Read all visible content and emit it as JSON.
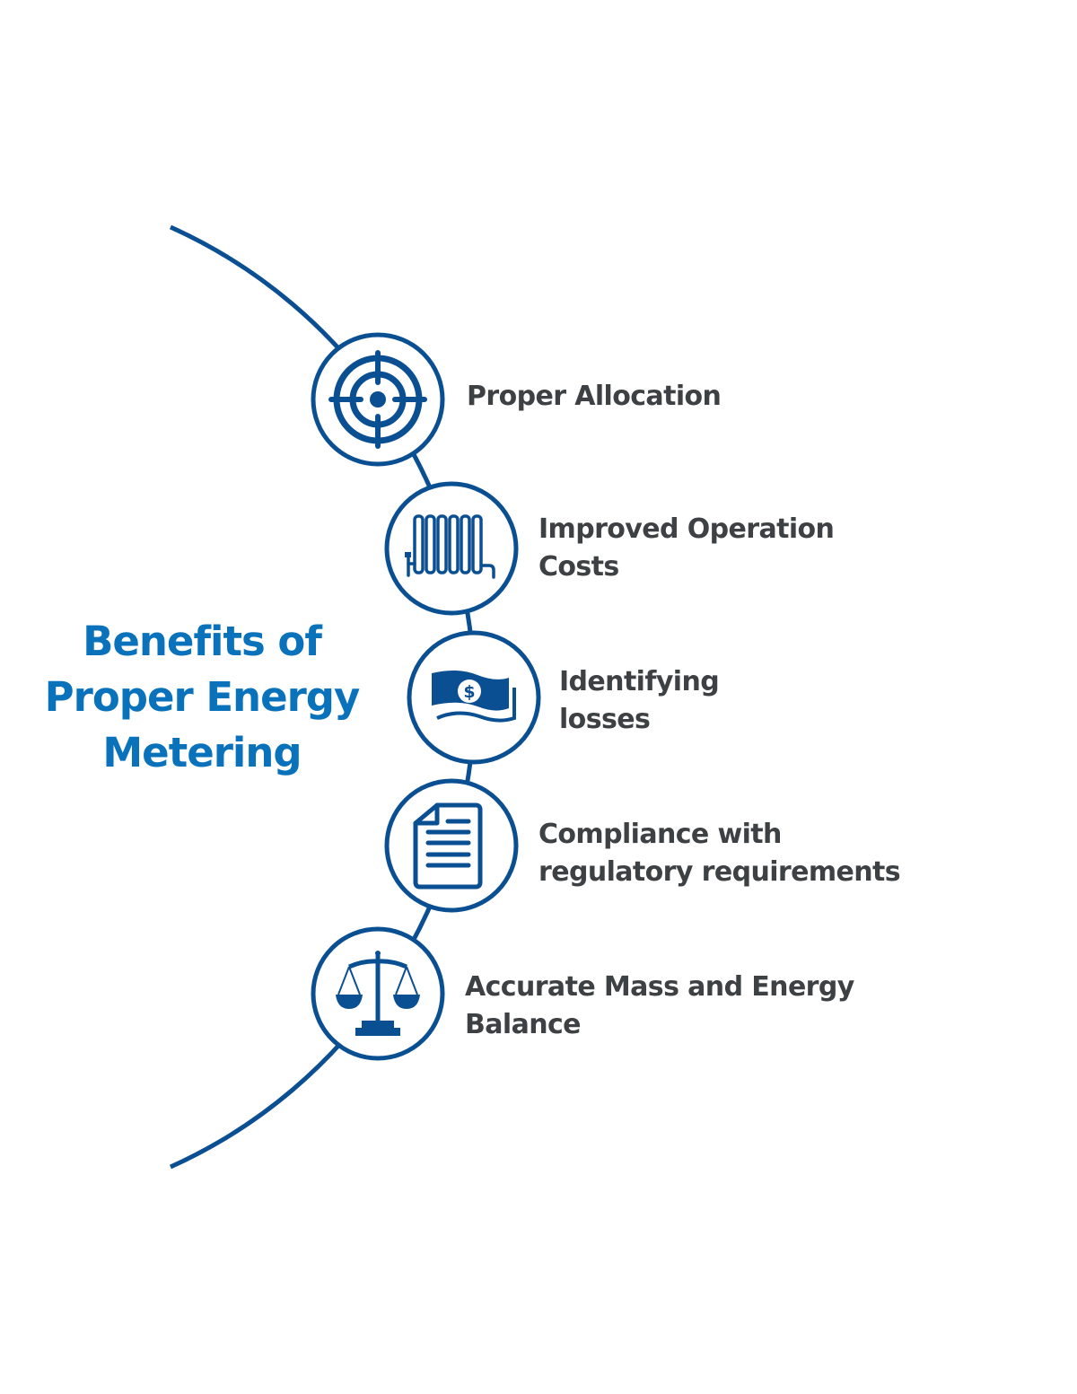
{
  "title": {
    "lines": [
      "Benefits of",
      "Proper Energy",
      "Metering"
    ],
    "color": "#0a72bb"
  },
  "colors": {
    "stroke": "#0b4f93",
    "label_text": "#3d4143",
    "background": "#ffffff"
  },
  "items": [
    {
      "icon": "target-crosshair-icon",
      "lines": [
        "Proper Allocation"
      ]
    },
    {
      "icon": "radiator-icon",
      "lines": [
        "Improved Operation",
        "Costs"
      ]
    },
    {
      "icon": "money-bill-dollar-icon",
      "lines": [
        "Identifying",
        "losses"
      ]
    },
    {
      "icon": "document-icon",
      "lines": [
        "Compliance with",
        "regulatory requirements"
      ]
    },
    {
      "icon": "balance-scale-icon",
      "lines": [
        "Accurate Mass and Energy",
        "Balance"
      ]
    }
  ]
}
